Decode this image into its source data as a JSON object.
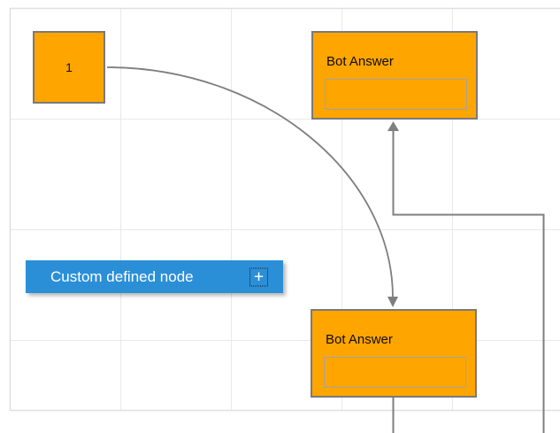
{
  "diagram": {
    "node_start": {
      "label": "1"
    },
    "node_bot_answer_top": {
      "title": "Bot Answer",
      "field_value": ""
    },
    "node_bot_answer_bottom": {
      "title": "Bot Answer",
      "field_value": ""
    },
    "node_custom": {
      "label": "Custom defined node",
      "add_icon": "+"
    },
    "colors": {
      "node_fill": "#ffa500",
      "node_border": "#7a7a7a",
      "custom_node_fill": "#2b8fd8",
      "connector": "#7f7f7f",
      "grid_line": "#e9e9e9",
      "canvas_border": "#e0e0e0"
    }
  }
}
